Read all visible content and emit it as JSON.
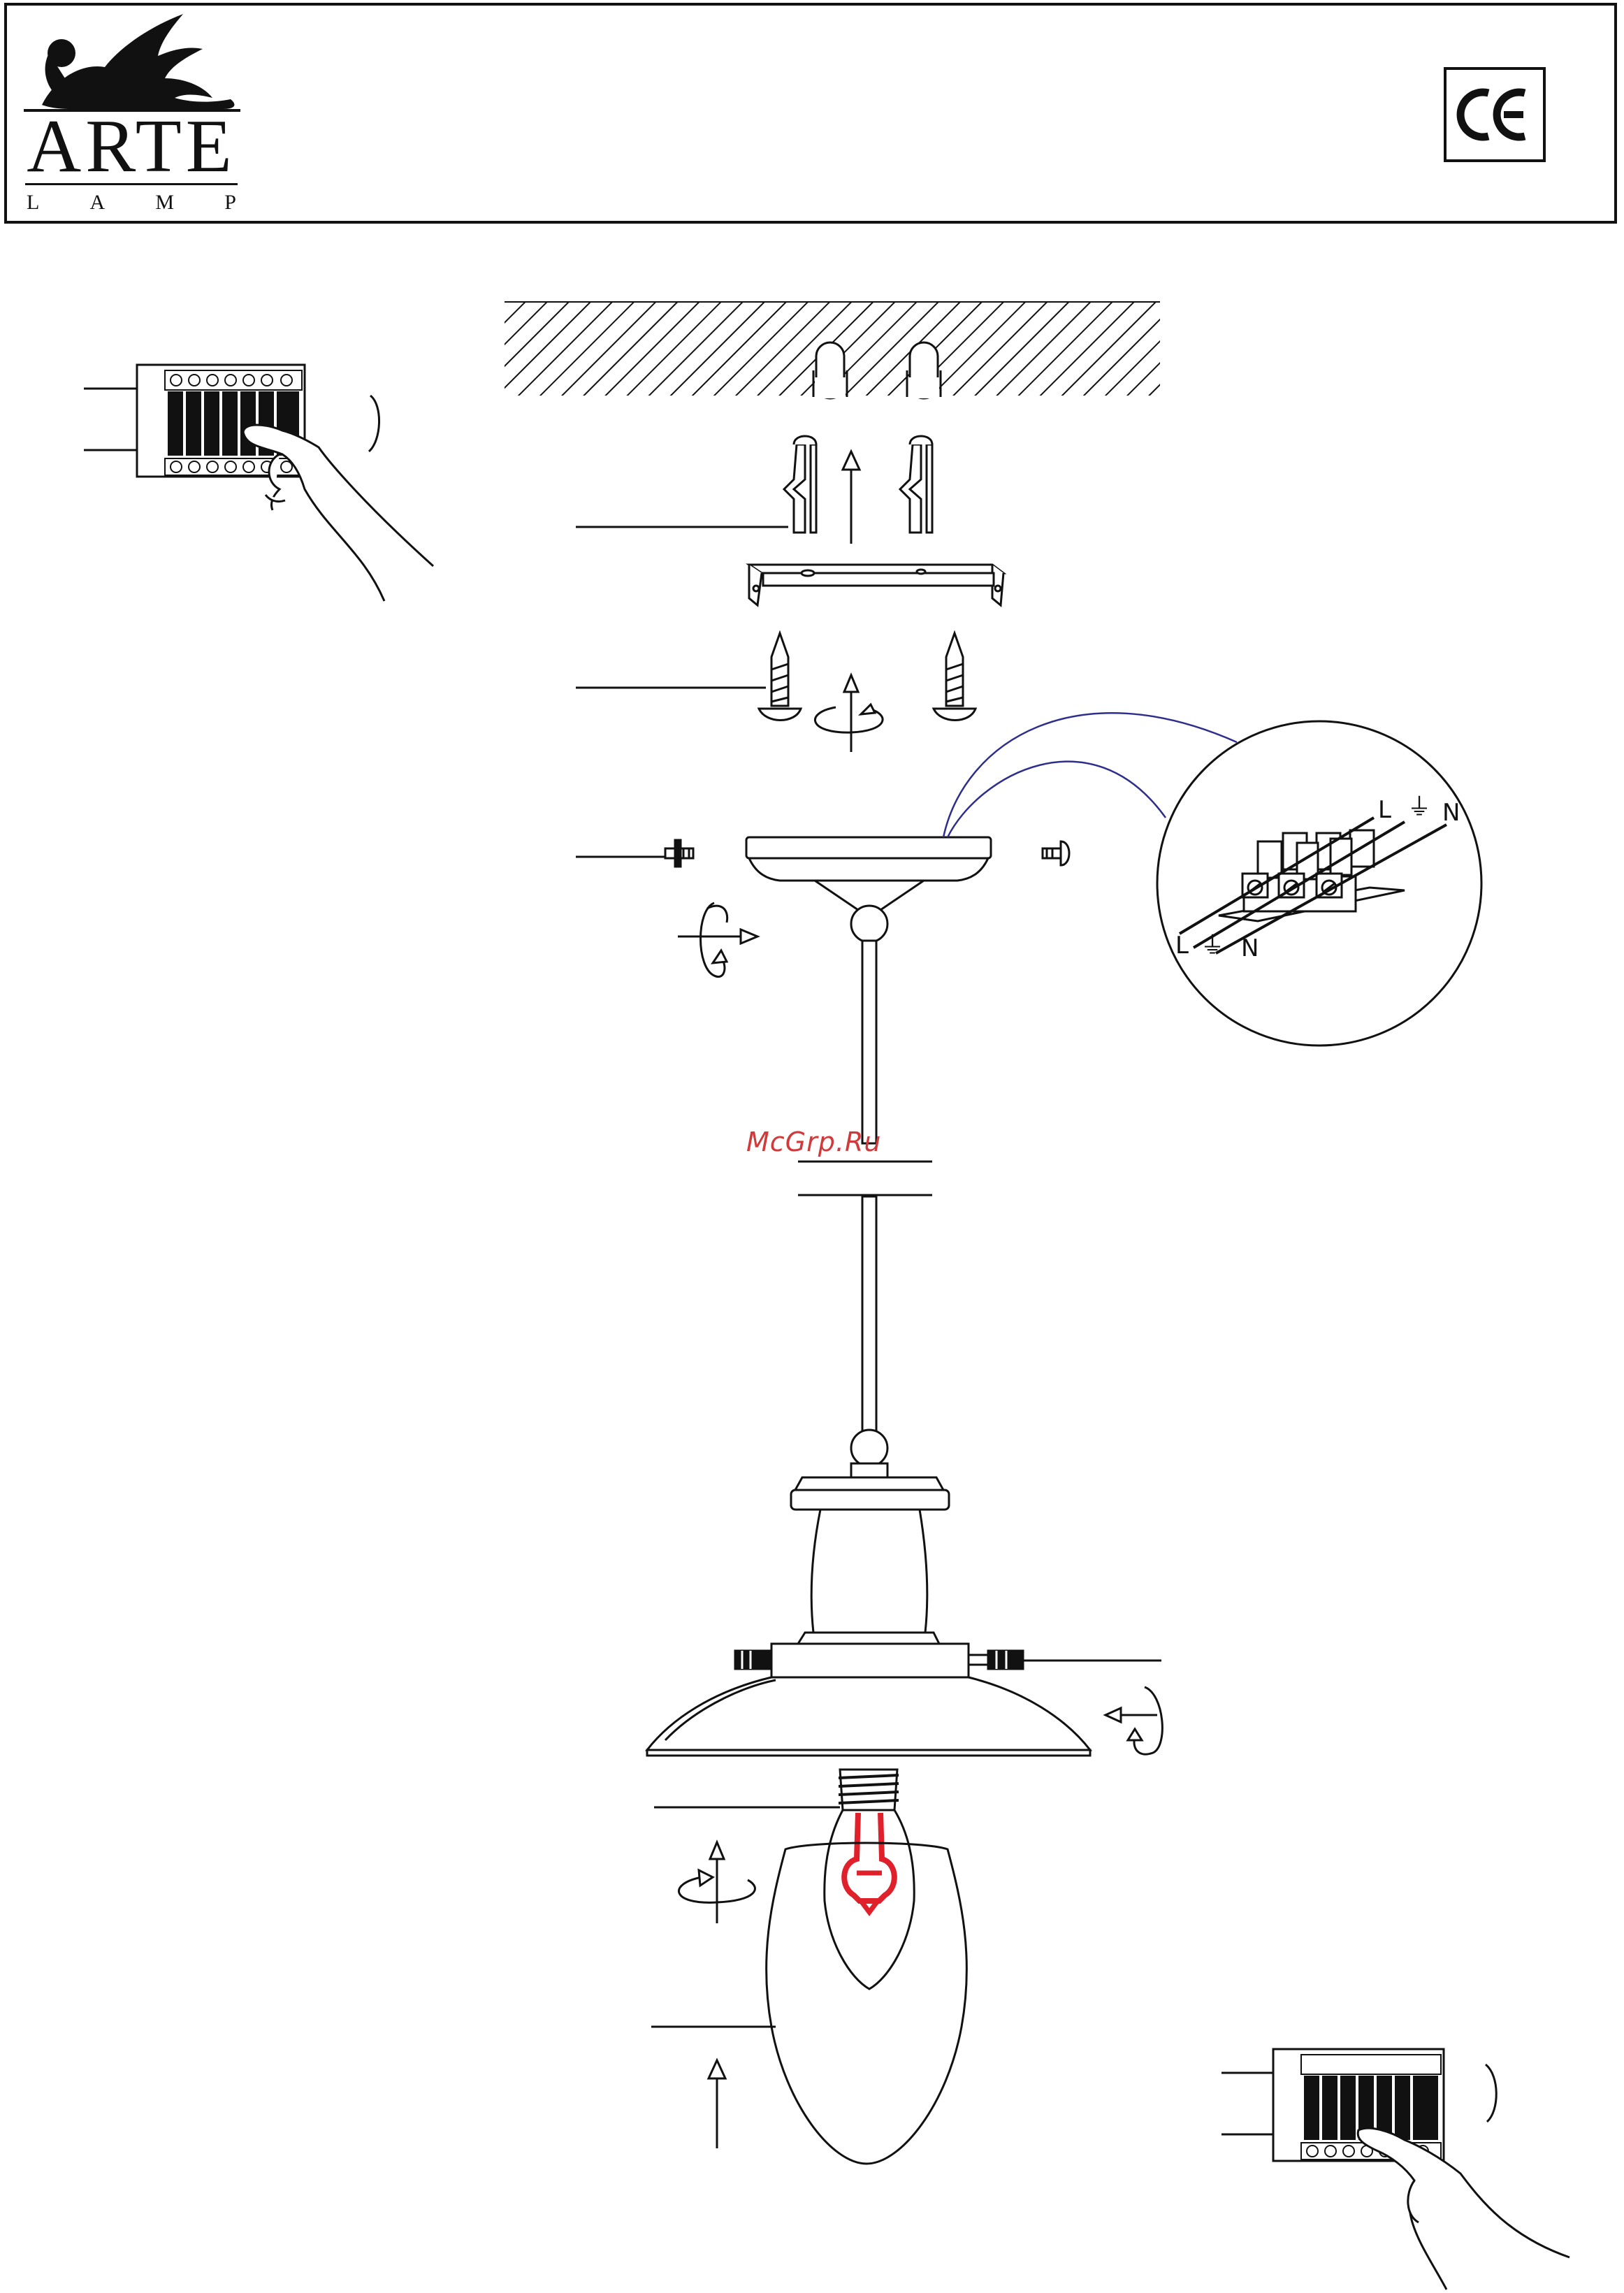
{
  "header": {
    "brand_name": "ARTE",
    "brand_sub_letters": [
      "L",
      "A",
      "M",
      "P"
    ],
    "certification_mark": "CE"
  },
  "watermark": "McGrp.Ru",
  "terminal_labels": {
    "top_row": [
      "L",
      "⏚",
      "N"
    ],
    "bottom_row": [
      "L",
      "⏚",
      "N"
    ]
  },
  "icons": [
    "lion-logo-icon",
    "ce-mark-icon",
    "circuit-breaker-icon",
    "hand-icon",
    "rotate-arrow-icon",
    "up-arrow-icon",
    "screw-icon",
    "wall-plug-icon",
    "terminal-block-icon",
    "light-bulb-icon"
  ],
  "colors": {
    "line": "#111111",
    "wire": "#2e2e8c",
    "filament": "#e0202a",
    "watermark": "#d03a3a"
  }
}
